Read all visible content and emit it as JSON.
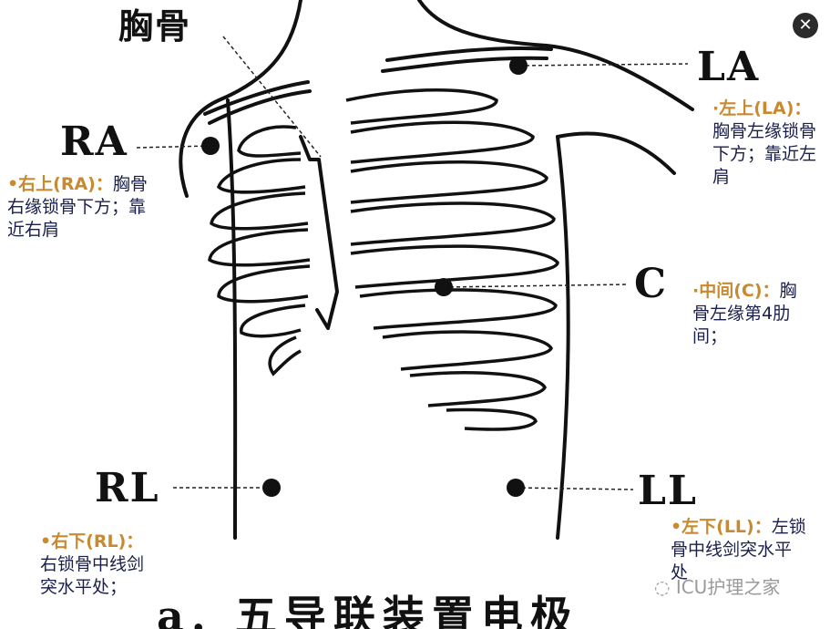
{
  "close_icon": "close-icon",
  "diagram": {
    "sternum_label": "胸骨",
    "leads": {
      "ra": {
        "code": "RA",
        "desc_prefix": "•右上(RA)：",
        "desc_rest": "胸骨右缘锁骨下方；靠近右肩"
      },
      "la": {
        "code": "LA",
        "desc_prefix": "·左上(LA)：",
        "desc_rest": "胸骨左缘锁骨下方；靠近左肩"
      },
      "c": {
        "code": "C",
        "desc_prefix": "·中间(C)：",
        "desc_rest": "胸骨左缘第4肋间；"
      },
      "rl": {
        "code": "RL",
        "desc_prefix": "•右下(RL)：",
        "desc_rest": "右锁骨中线剑突水平处；"
      },
      "ll": {
        "code": "LL",
        "desc_prefix": "•左下(LL)：",
        "desc_rest": "左锁骨中线剑突水平处"
      }
    },
    "caption": "a. 五导联装置电极"
  },
  "watermark": {
    "icon": "wechat-icon",
    "text": "ICU护理之家"
  }
}
